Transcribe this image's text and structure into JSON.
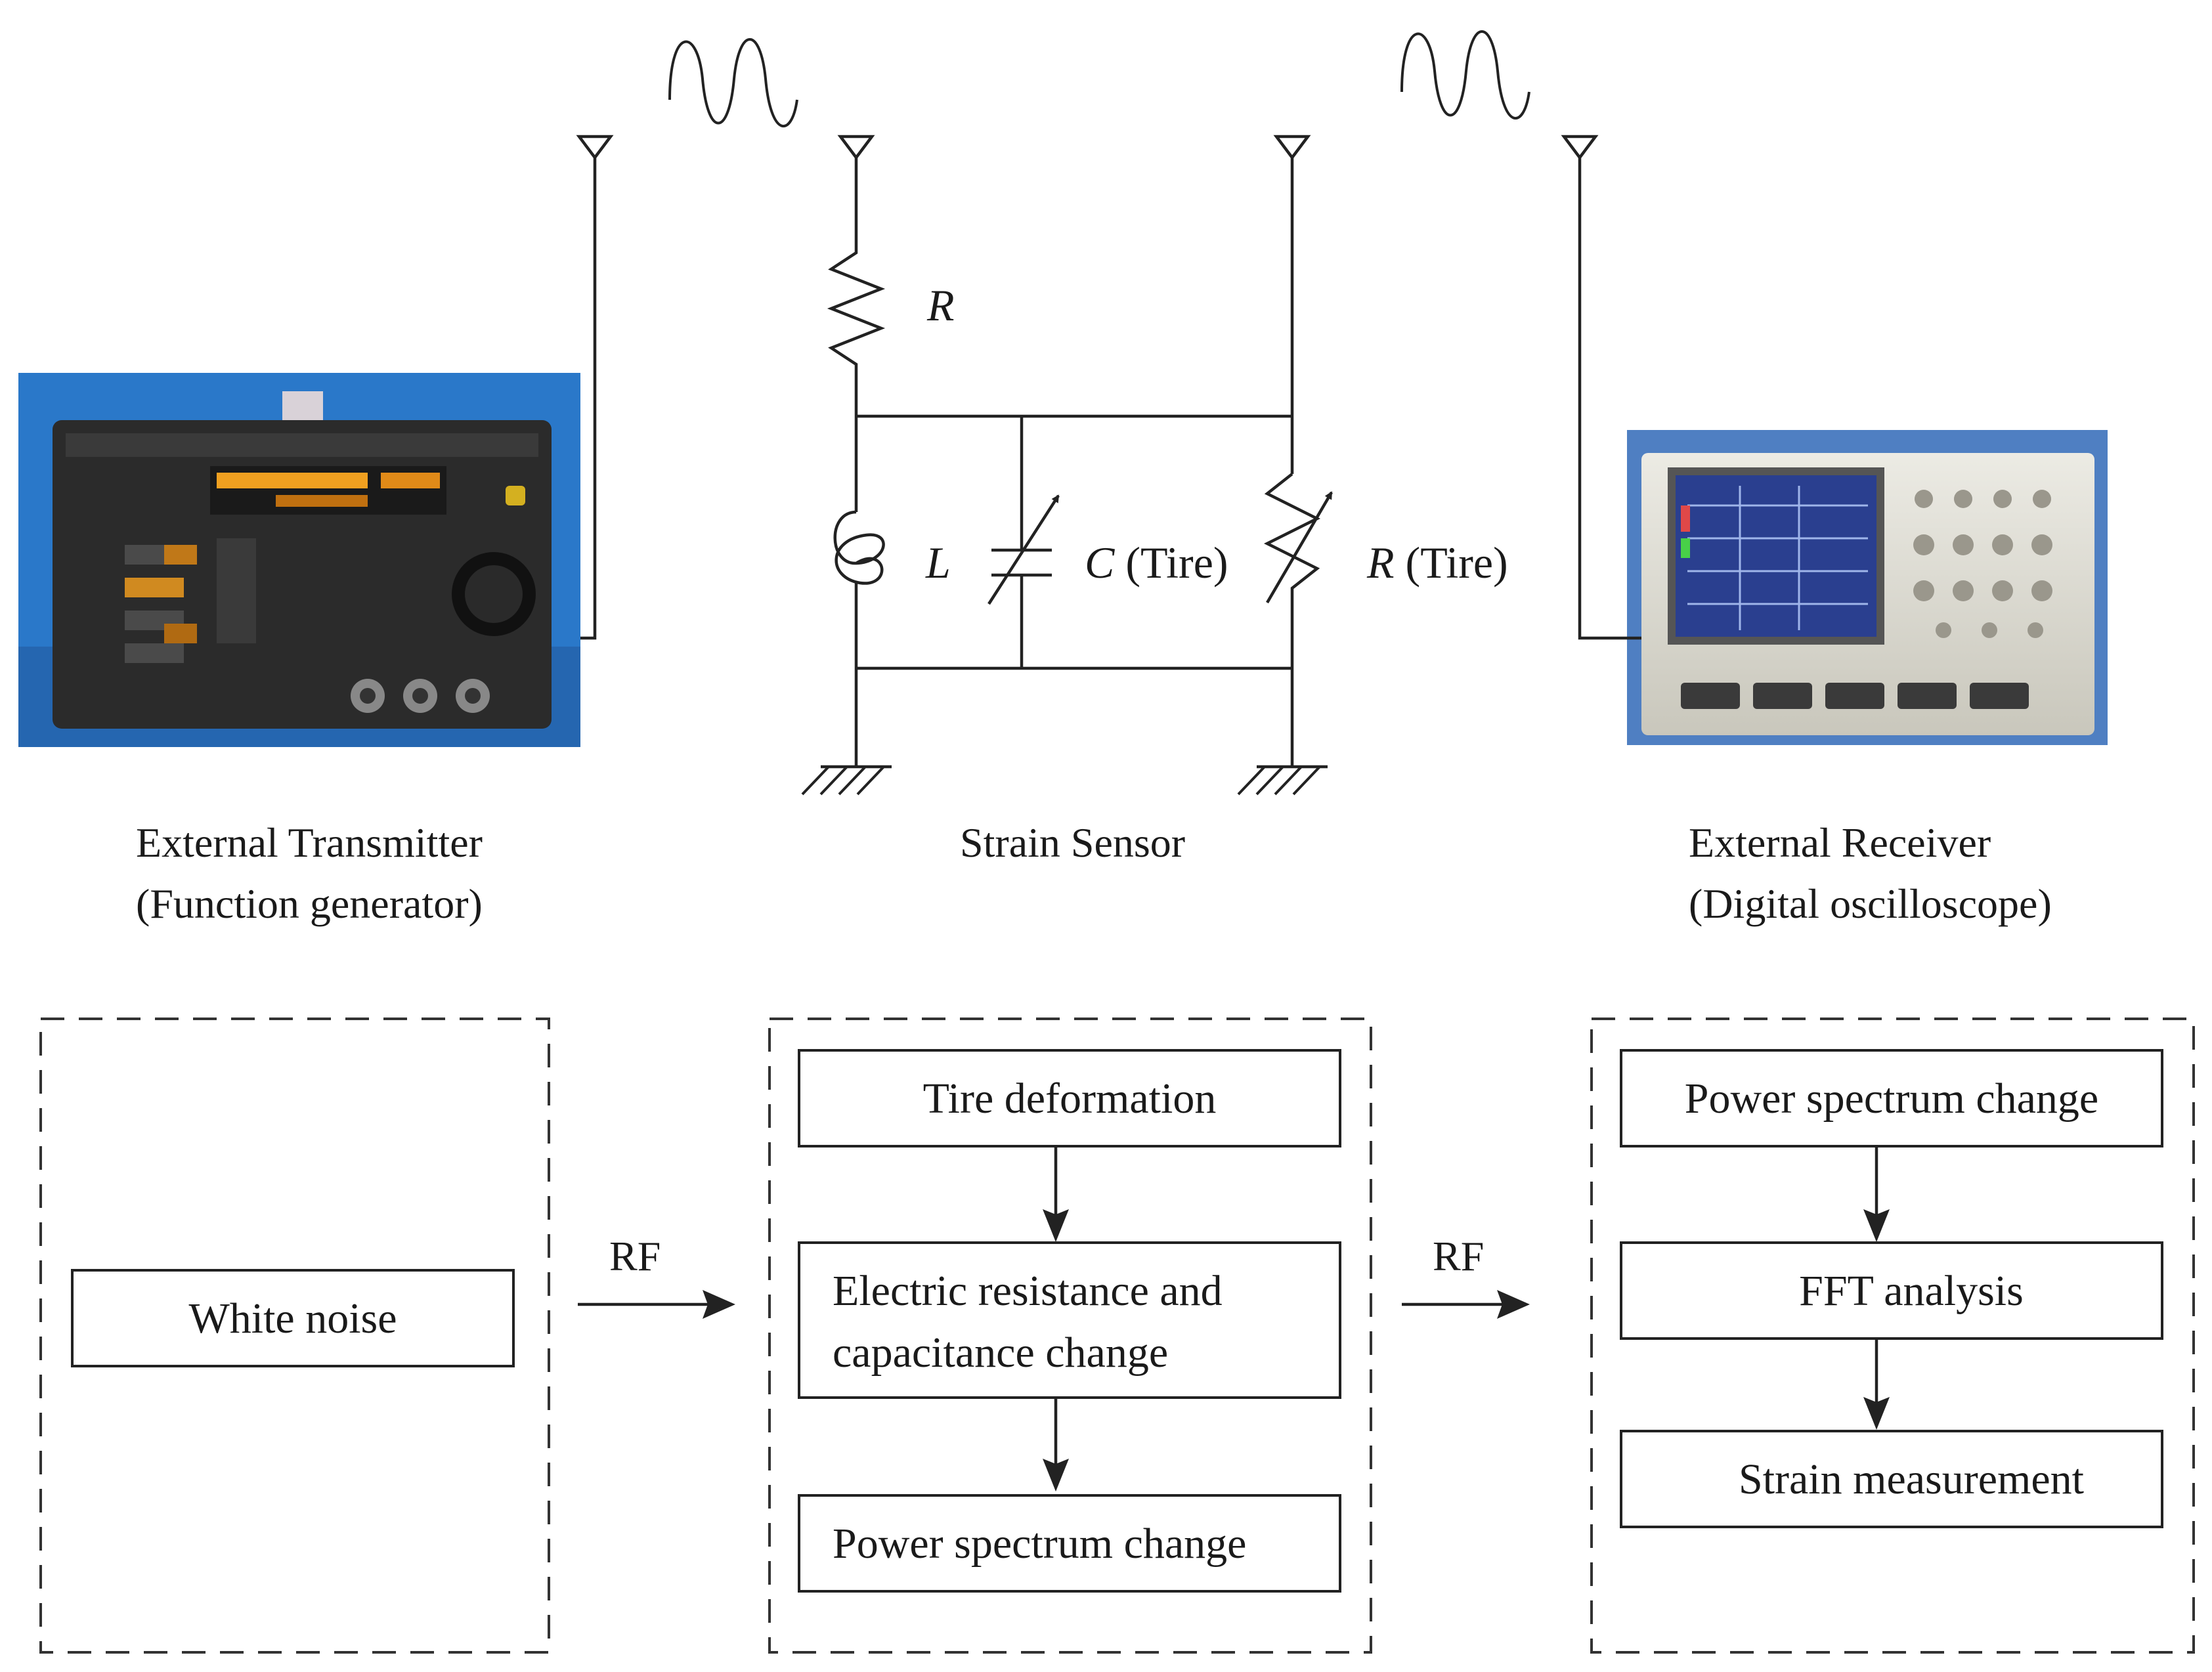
{
  "devices": {
    "transmitter": {
      "caption_line1": "External Transmitter",
      "caption_line2": "(Function generator)",
      "icon": "function-generator-photo"
    },
    "sensor": {
      "caption": "Strain Sensor"
    },
    "receiver": {
      "caption_line1": "External Receiver",
      "caption_line2": "(Digital oscilloscope)",
      "icon": "oscilloscope-photo"
    }
  },
  "circuit": {
    "resistor_label": "R",
    "inductor_label": "L",
    "capacitor_label_symbol": "C",
    "capacitor_label_suffix": " (Tire)",
    "variable_resistor_label_symbol": "R",
    "variable_resistor_label_suffix": " (Tire)"
  },
  "flow": {
    "transmitter_box": "White noise",
    "rf_label_left": "RF",
    "rf_label_right": "RF",
    "sensor_steps": [
      "Tire deformation",
      "Electric resistance and",
      "capacitance change",
      "Power spectrum change"
    ],
    "receiver_steps": [
      "Power spectrum change",
      "FFT analysis",
      "Strain measurement"
    ]
  },
  "colors": {
    "photo_background": "#2a78c9",
    "generator_body": "#2b2b2b",
    "generator_display": "#f0a020",
    "scope_body": "#dcdad0",
    "scope_screen": "#2a3f8f",
    "line": "#222222"
  }
}
